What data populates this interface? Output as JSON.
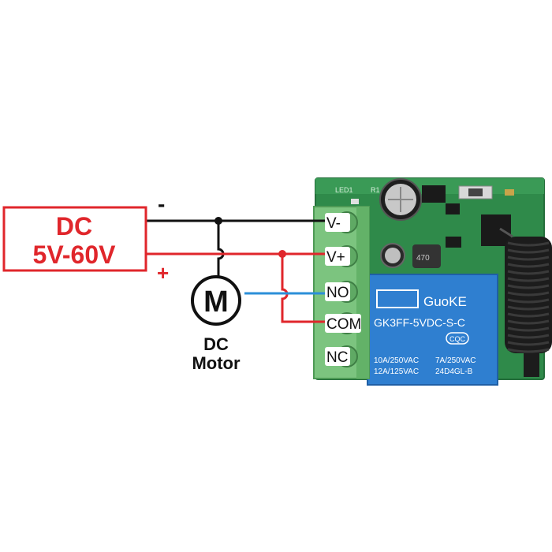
{
  "power_source": {
    "line1": "DC",
    "line2": "5V-60V",
    "minus_sign": "-",
    "plus_sign": "+"
  },
  "motor": {
    "symbol": "M",
    "label_line1": "DC",
    "label_line2": "Motor"
  },
  "terminals": [
    "V-",
    "V+",
    "NO",
    "COM",
    "NC"
  ],
  "relay": {
    "brand": "GuoKE",
    "model": "GK3FF-5VDC-S-C",
    "rating_left_1": "10A/250VAC",
    "rating_left_2": "12A/125VAC",
    "rating_right_1": "7A/250VAC",
    "rating_right_2": "24D4GL-B",
    "cert": "CQC"
  },
  "board": {
    "silk_led": "LED1",
    "silk_r": "R1",
    "cap_label": "470"
  },
  "colors": {
    "negative_wire": "#111111",
    "positive_wire": "#e0262b",
    "motor_wire": "#2b8fd8",
    "source_red": "#e0262b",
    "pcb_green": "#2f8a4a",
    "terminal_green": "#7cc47f",
    "relay_blue": "#2f7fd0"
  }
}
